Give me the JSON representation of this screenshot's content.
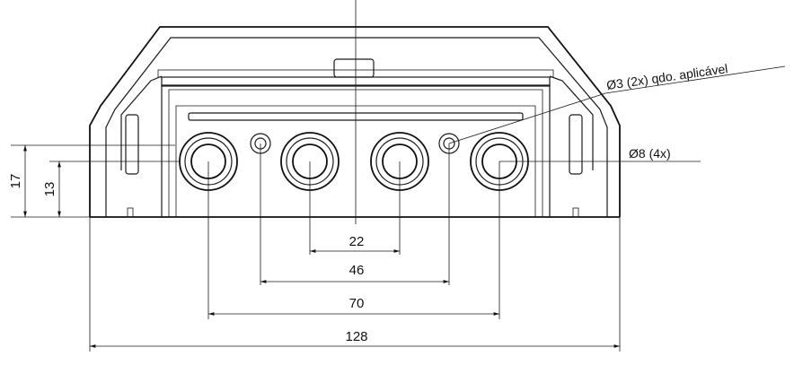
{
  "drawing": {
    "dimensions": {
      "d22": "22",
      "d46": "46",
      "d70": "70",
      "d128": "128",
      "d17": "17",
      "d13": "13"
    },
    "callouts": {
      "small_holes": "Ø3 (2x) qdo. aplicável",
      "large_holes": "Ø8 (4x)"
    }
  }
}
